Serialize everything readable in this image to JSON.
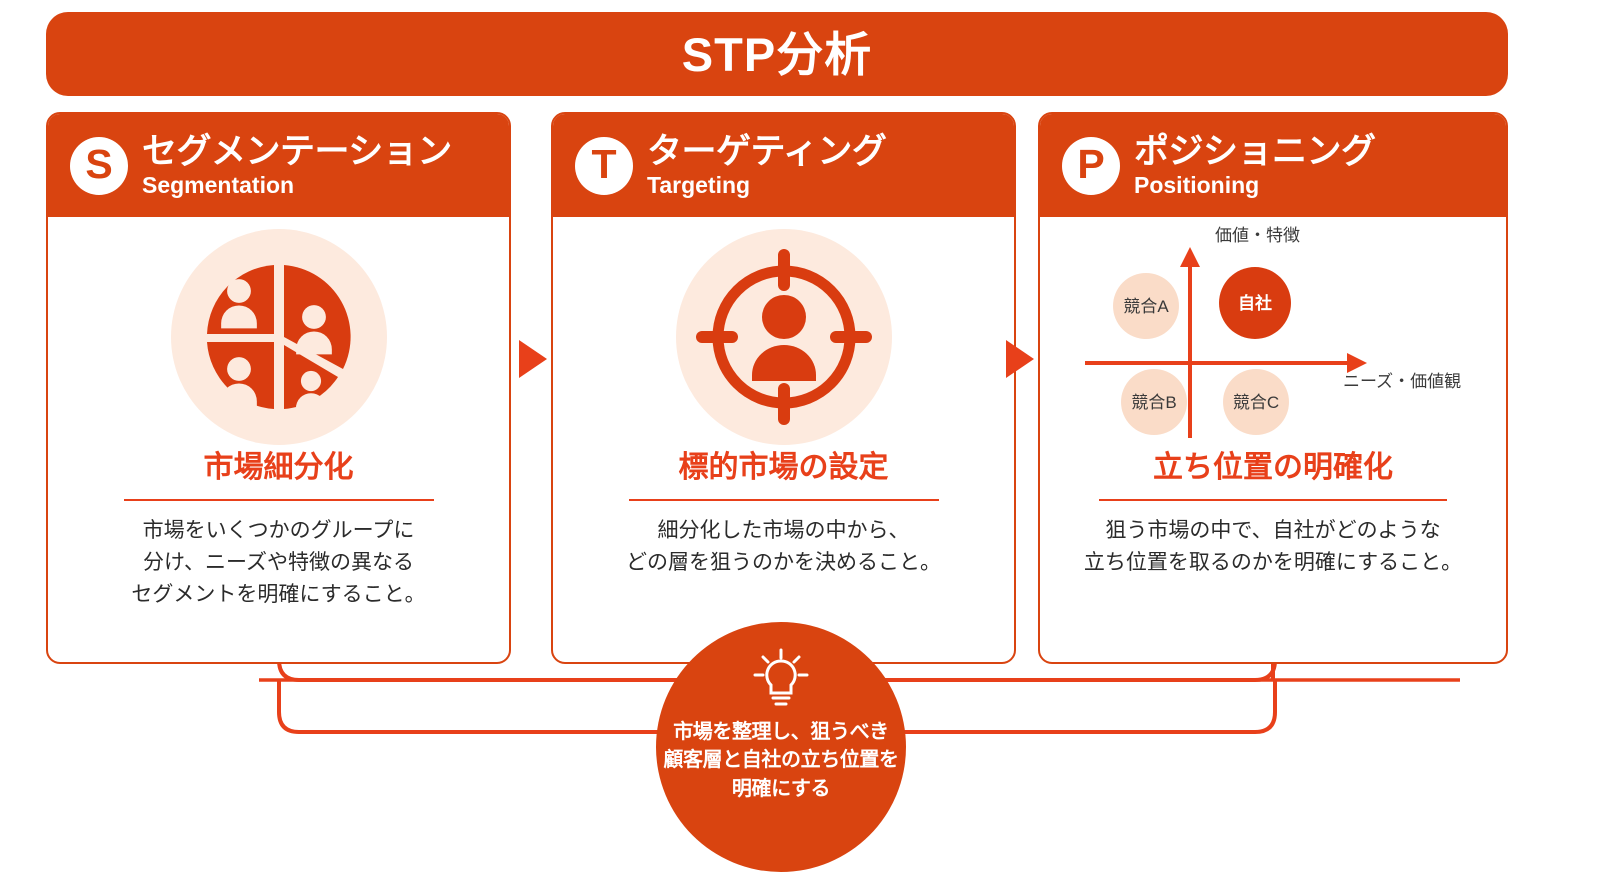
{
  "colors": {
    "brand_orange": "#d94410",
    "accent_red": "#e8401a",
    "light_peach": "#fadcc8",
    "text_dark": "#2b2b2b",
    "white": "#ffffff"
  },
  "header": {
    "title": "STP分析"
  },
  "steps": [
    {
      "letter": "S",
      "title_ja": "セグメンテーション",
      "title_en": "Segmentation",
      "icon": "segmentation-pie-people-icon",
      "subtitle": "市場細分化",
      "description": "市場をいくつかのグループに\n分け、ニーズや特徴の異なる\nセグメントを明確にすること。"
    },
    {
      "letter": "T",
      "title_ja": "ターゲティング",
      "title_en": "Targeting",
      "icon": "target-crosshair-person-icon",
      "subtitle": "標的市場の設定",
      "description": "細分化した市場の中から、\nどの層を狙うのかを決めること。"
    },
    {
      "letter": "P",
      "title_ja": "ポジショニング",
      "title_en": "Positioning",
      "icon": "positioning-map-icon",
      "subtitle": "立ち位置の明確化",
      "description": "狙う市場の中で、自社がどのような\n立ち位置を取るのかを明確にすること。"
    }
  ],
  "positioning_map": {
    "y_axis_label": "価値・特徴",
    "x_axis_label": "ニーズ・価値観",
    "bubbles": [
      {
        "label": "競合A",
        "quadrant": "top-left",
        "type": "competitor"
      },
      {
        "label": "自社",
        "quadrant": "top-right",
        "type": "own"
      },
      {
        "label": "競合B",
        "quadrant": "bottom-left",
        "type": "competitor"
      },
      {
        "label": "競合C",
        "quadrant": "bottom-right",
        "type": "competitor"
      }
    ]
  },
  "summary": {
    "icon": "lightbulb-icon",
    "text": "市場を整理し、狙うべき\n顧客層と自社の立ち位置を\n明確にする"
  },
  "arrows": {
    "between_step_1_2": "flow-arrow-right",
    "between_step_2_3": "flow-arrow-right"
  }
}
